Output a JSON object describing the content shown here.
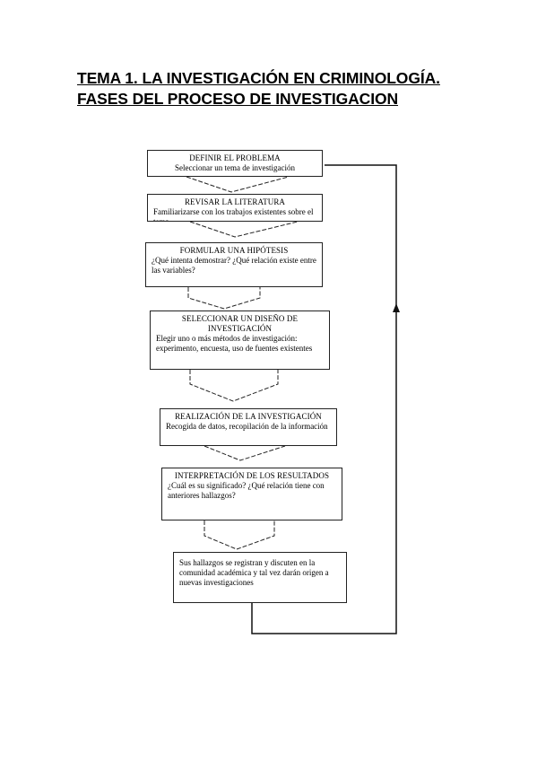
{
  "title": {
    "line1": "TEMA 1. LA INVESTIGACIÓN EN CRIMINOLOGÍA.",
    "line2": "FASES DEL PROCESO DE INVESTIGACION"
  },
  "steps": [
    {
      "heading": "DEFINIR EL PROBLEMA",
      "body": "Seleccionar un tema de investigación"
    },
    {
      "heading": "REVISAR LA LITERATURA",
      "body": "Familiarizarse con los trabajos existentes sobre el tema"
    },
    {
      "heading": "FORMULAR UNA HIPÓTESIS",
      "body": "¿Qué intenta demostrar? ¿Qué relación existe entre las variables?"
    },
    {
      "heading": "SELECCIONAR UN DISEÑO DE INVESTIGACIÓN",
      "body": "Elegir uno o más métodos de investigación: experimento, encuesta, uso de fuentes existentes"
    },
    {
      "heading": "REALIZACIÓN DE LA INVESTIGACIÓN",
      "body": "Recogida de datos, recopilación de la información"
    },
    {
      "heading": "INTERPRETACIÓN DE LOS RESULTADOS",
      "body": "¿Cuál es su significado? ¿Qué relación tiene con anteriores hallazgos?"
    },
    {
      "heading": "",
      "body": "Sus hallazgos se registran y discuten en la comunidad académica y tal vez darán origen a nuevas investigaciones"
    }
  ]
}
